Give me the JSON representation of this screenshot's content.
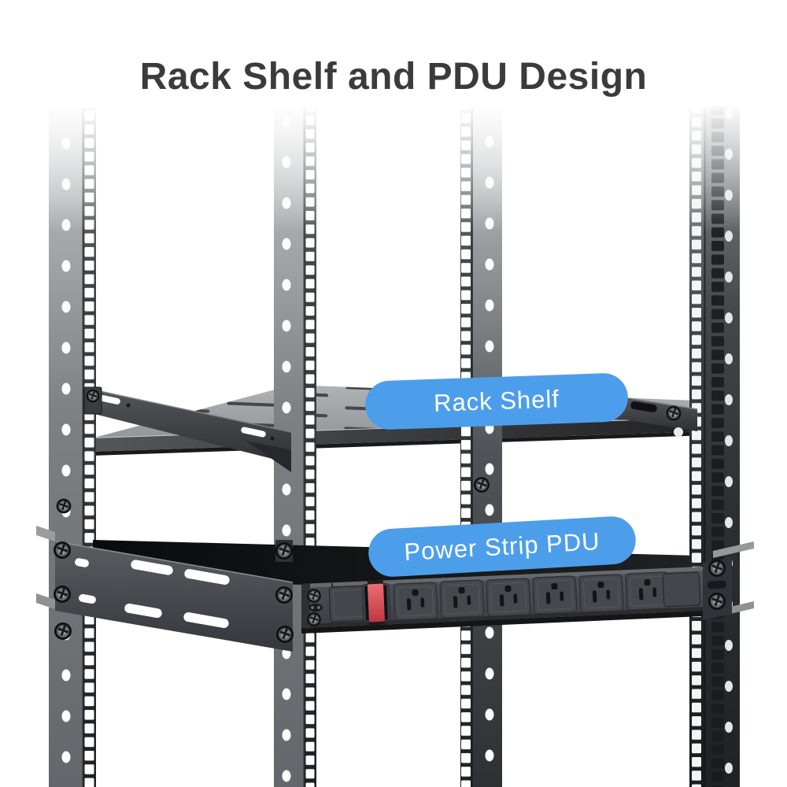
{
  "title": "Rack Shelf and PDU Design",
  "callouts": {
    "rack_shelf": {
      "label": "Rack Shelf"
    },
    "power_strip_pdu": {
      "label": "Power Strip PDU"
    }
  },
  "colors": {
    "background": "#FFFFFF",
    "title_text": "#3B3B3B",
    "callout_bg": "#4D9EEA",
    "callout_text": "#FFFFFF",
    "rack_metal_dark": "#26282B",
    "rack_metal_light": "#9A9DA0",
    "pdu_body": "#44474C",
    "pdu_switch_red": "#D8434B"
  },
  "figure": {
    "rack_posts": 4,
    "pdu_outlets": 6,
    "pdu_switch": "red power switch",
    "shelf_type": "vented rack shelf"
  }
}
